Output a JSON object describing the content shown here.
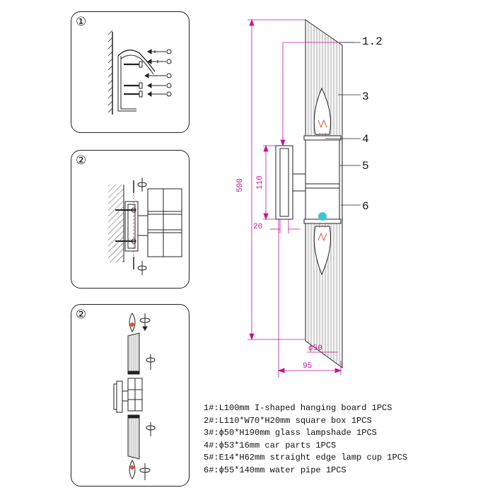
{
  "steps": {
    "one": "①",
    "two_a": "②",
    "two_b": "②"
  },
  "callouts": [
    "1.2",
    "3",
    "4",
    "5",
    "6"
  ],
  "dimensions": {
    "height_total": "500",
    "height_box": "110",
    "depth_box": "20",
    "shade_dia": "ϕ50",
    "width_total": "95"
  },
  "parts_list": [
    "1#:L100mm I-shaped hanging board 1PCS",
    "2#:L110*W70*H20mm square box 1PCS",
    "3#:ϕ50*H190mm glass lampshade 1PCS",
    "4#:ϕ53*16mm car parts 1PCS",
    "5#:E14*H62mm straight edge lamp cup 1PCS",
    "6#:ϕ55*140mm water pipe 1PCS"
  ],
  "colors": {
    "dimension": "#c0139b",
    "bulb": "#e0502a",
    "accent": "#37c6d8",
    "line": "#222222"
  }
}
